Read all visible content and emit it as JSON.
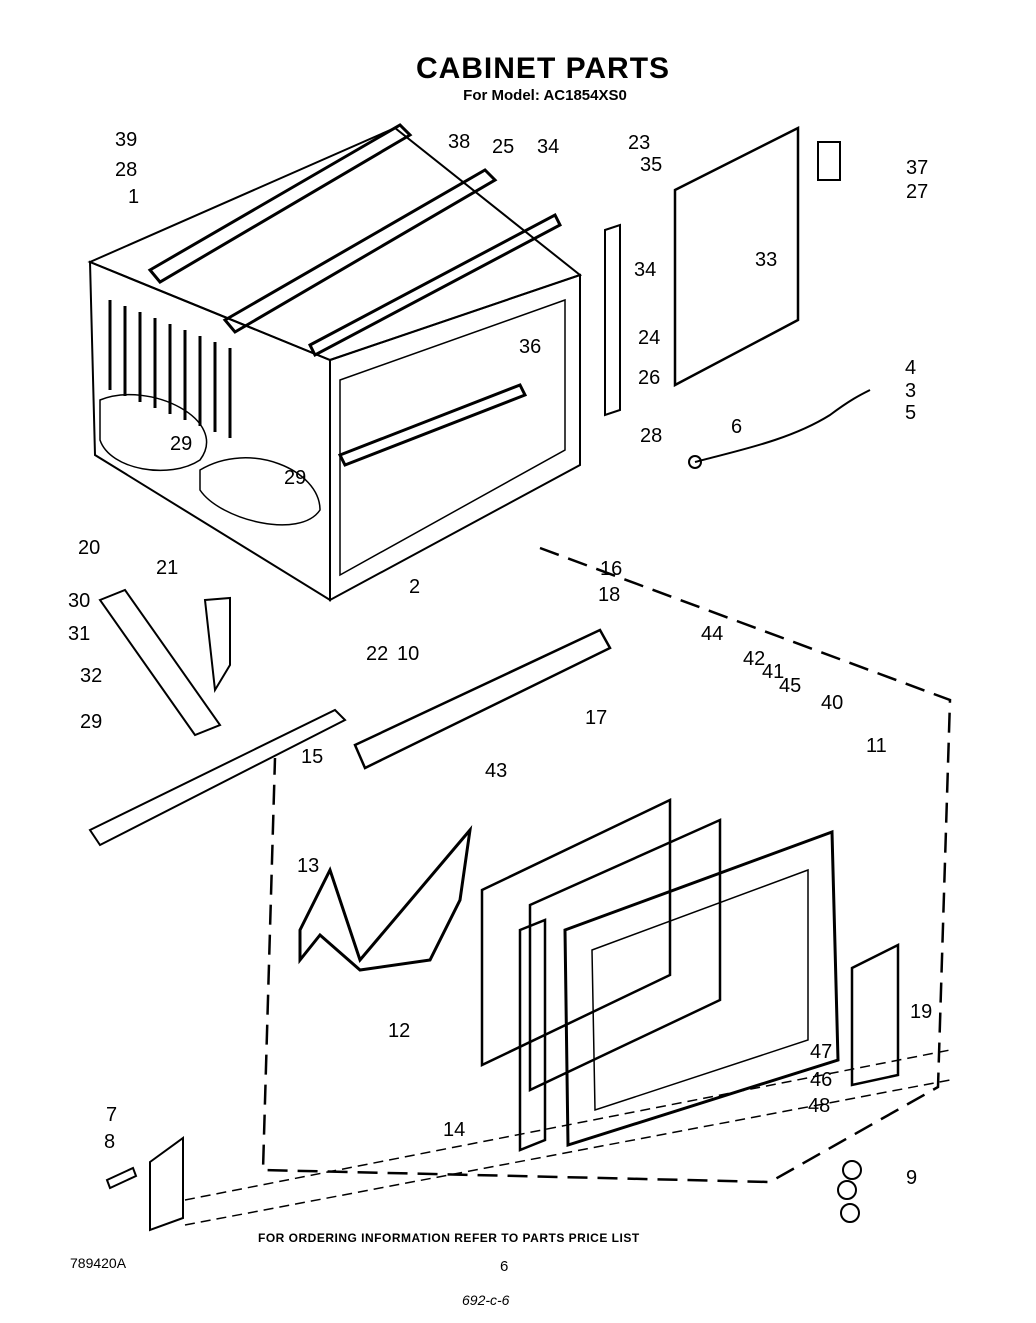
{
  "title": "CABINET PARTS",
  "subtitle": "For Model: AC1854XS0",
  "callouts": [
    "39",
    "28",
    "1",
    "38",
    "25",
    "34",
    "23",
    "35",
    "37",
    "27",
    "33",
    "34",
    "24",
    "36",
    "26",
    "4",
    "3",
    "5",
    "6",
    "28",
    "29",
    "29",
    "2",
    "20",
    "21",
    "30",
    "31",
    "32",
    "29",
    "22",
    "10",
    "16",
    "18",
    "44",
    "42",
    "41",
    "45",
    "40",
    "17",
    "15",
    "43",
    "11",
    "13",
    "12",
    "19",
    "47",
    "46",
    "48",
    "14",
    "9",
    "7",
    "8"
  ],
  "footer_note": "FOR ORDERING INFORMATION REFER TO PARTS PRICE LIST",
  "drawing_number": "789420A",
  "page_number": "6",
  "handwritten_code": "692-c-6"
}
